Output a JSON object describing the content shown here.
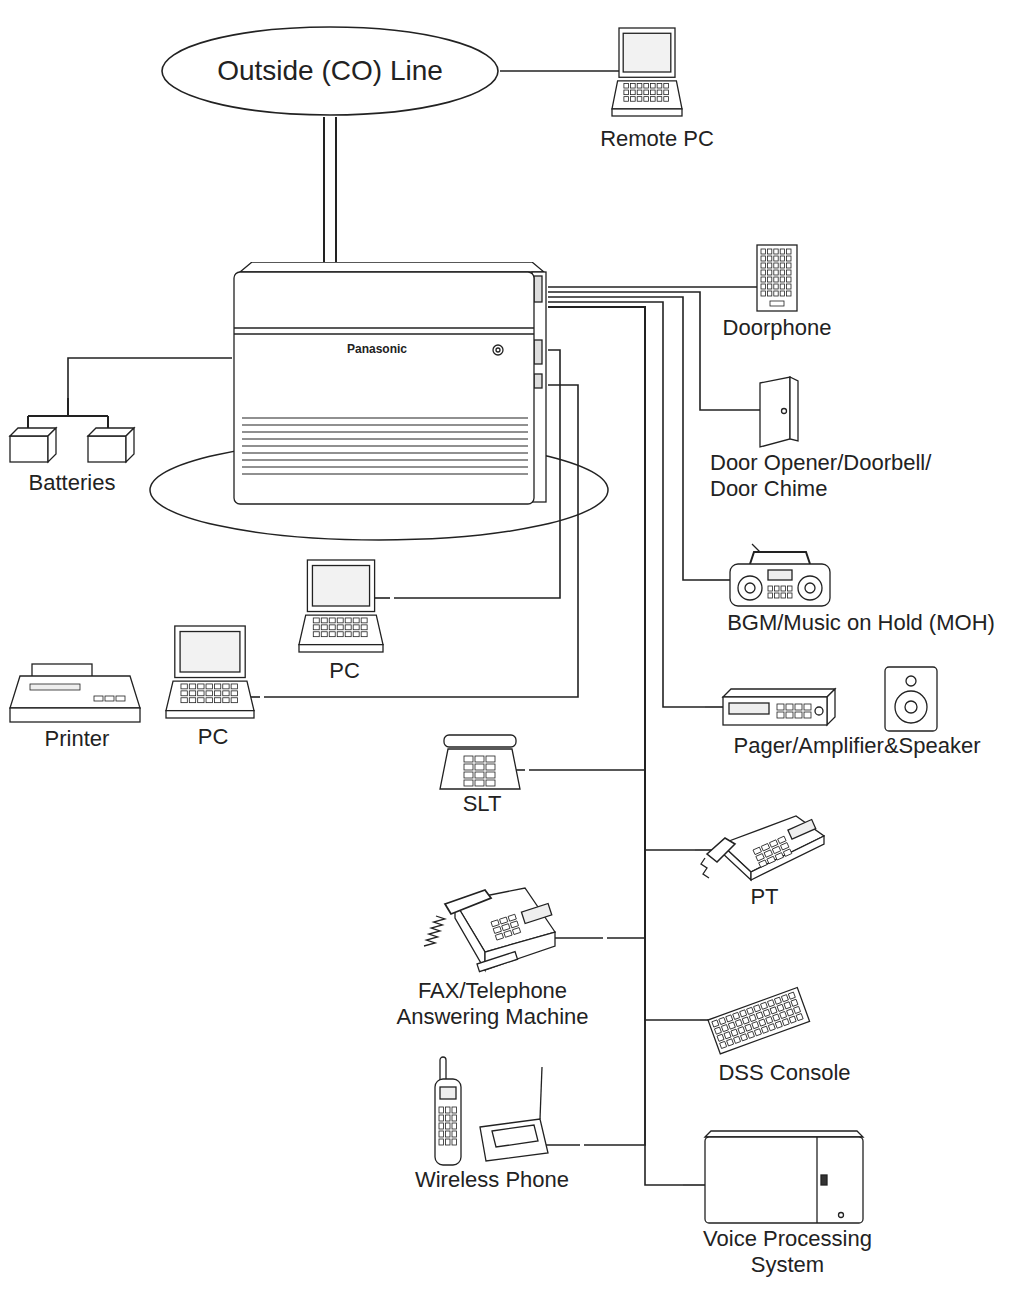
{
  "diagram": {
    "nodes": [
      {
        "text": [
          "Outside (CO) Line"
        ]
      },
      {
        "text": [
          "Remote PC"
        ]
      },
      {
        "text": [
          "Panasonic"
        ]
      },
      {
        "text": [
          "Doorphone"
        ]
      },
      {
        "text": [
          "Batteries"
        ]
      },
      {
        "text": [
          "Door Opener/Doorbell/ Door Chime"
        ]
      },
      {
        "text": [
          "BGM/Music on Hold (MOH)"
        ]
      },
      {
        "text": [
          "PC"
        ]
      },
      {
        "text": [
          "Printer"
        ]
      },
      {
        "text": [
          "PC"
        ]
      },
      {
        "text": [
          "Pager/Amplifier&Speaker"
        ]
      },
      {
        "text": [
          "SLT"
        ]
      },
      {
        "text": [
          "PT"
        ]
      },
      {
        "text": [
          "FAX/Telephone Answering Machine"
        ]
      },
      {
        "text": [
          "DSS Console"
        ]
      },
      {
        "text": [
          "Wireless Phone"
        ]
      },
      {
        "text": [
          "Voice Processing System"
        ]
      }
    ],
    "edges": [
      {
        "from": 0,
        "to": 1,
        "arrow": "none"
      },
      {
        "from": 0,
        "to": 2,
        "arrow": "none"
      },
      {
        "from": 2,
        "to": 4,
        "arrow": "none"
      },
      {
        "from": 2,
        "to": 3,
        "arrow": "none"
      },
      {
        "from": 2,
        "to": 5,
        "arrow": "none"
      },
      {
        "from": 2,
        "to": 6,
        "arrow": "none"
      },
      {
        "from": 2,
        "to": 10,
        "arrow": "none"
      },
      {
        "from": 2,
        "to": 7,
        "arrow": "none"
      },
      {
        "from": 2,
        "to": 9,
        "arrow": "none"
      },
      {
        "from": 2,
        "to": 11,
        "arrow": "none"
      },
      {
        "from": 2,
        "to": 12,
        "arrow": "none"
      },
      {
        "from": 2,
        "to": 13,
        "arrow": "none"
      },
      {
        "from": 2,
        "to": 14,
        "arrow": "none"
      },
      {
        "from": 2,
        "to": 15,
        "arrow": "none"
      },
      {
        "from": 2,
        "to": 16,
        "arrow": "none"
      }
    ]
  }
}
